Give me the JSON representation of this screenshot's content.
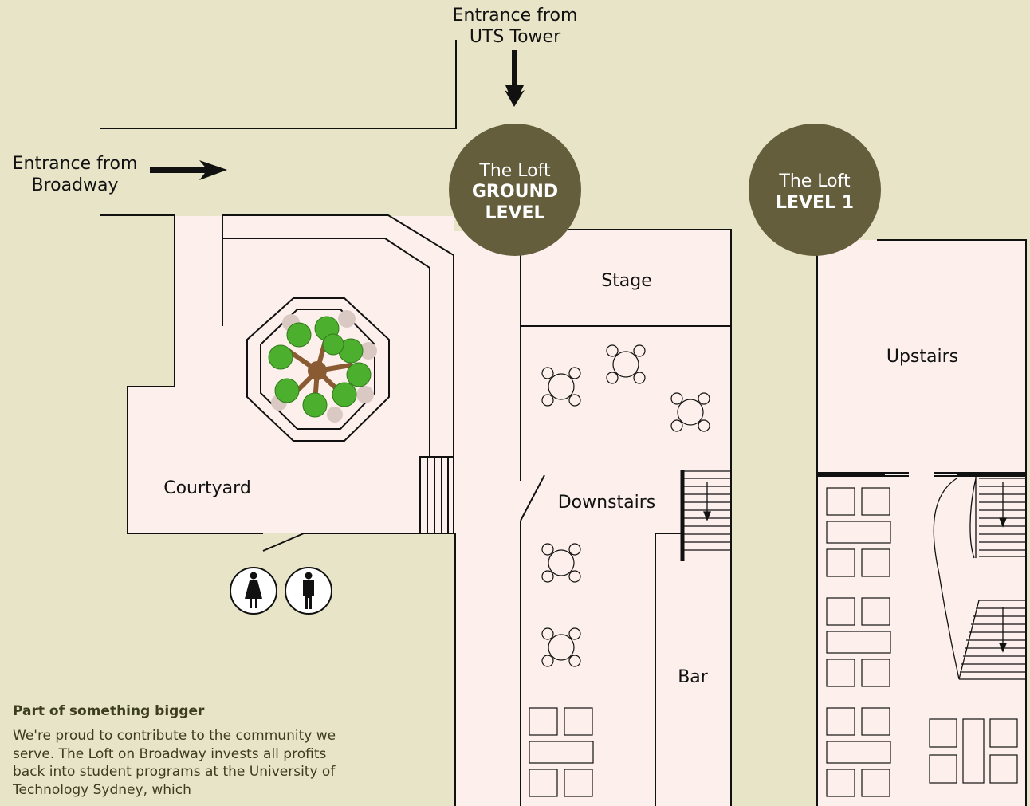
{
  "entrances": {
    "uts_tower": [
      "Entrance from",
      "UTS Tower"
    ],
    "broadway": [
      "Entrance from",
      "Broadway"
    ]
  },
  "badges": {
    "ground": {
      "line1": "The Loft",
      "line2": "GROUND",
      "line3": "LEVEL"
    },
    "level1": {
      "line1": "The Loft",
      "line2": "LEVEL 1"
    }
  },
  "rooms": {
    "stage": "Stage",
    "courtyard": "Courtyard",
    "downstairs": "Downstairs",
    "bar": "Bar",
    "upstairs": "Upstairs"
  },
  "restrooms": [
    "female-restroom-icon",
    "male-restroom-icon"
  ],
  "info": {
    "title": "Part of something bigger",
    "body": "We're proud to contribute to the community we serve. The Loft on Broadway invests all profits back into student programs at the University of Technology Sydney, which"
  },
  "colors": {
    "background": "#e8e4c7",
    "floor": "#fdf0ec",
    "badge": "#645e3d",
    "badge_text": "#ffffff",
    "line": "#111111",
    "tree_leaf": "#4caf2e",
    "tree_trunk": "#8a5a32"
  }
}
